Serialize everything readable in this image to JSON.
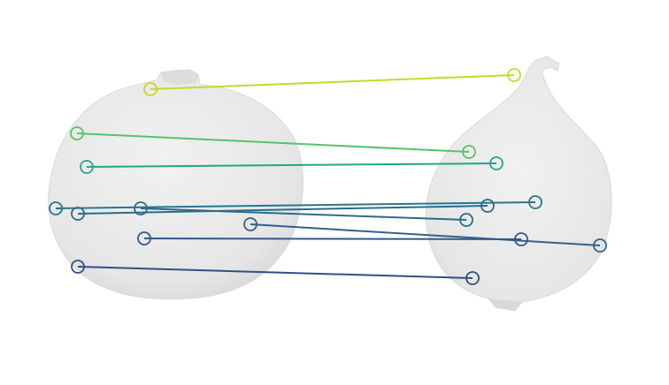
{
  "scene": {
    "background_color": "#ffffff",
    "object_fill": "#e9e9e9",
    "object_shadow": "#cfcfcf",
    "objects": [
      "left-mesh",
      "right-mesh"
    ]
  },
  "correspondences": [
    {
      "id": 1,
      "color": "#c6d92a"
    },
    {
      "id": 2,
      "color": "#54c46a"
    },
    {
      "id": 3,
      "color": "#25a58a"
    },
    {
      "id": 4,
      "color": "#28768f"
    },
    {
      "id": 5,
      "color": "#2a6c8c"
    },
    {
      "id": 6,
      "color": "#2d6a8e"
    },
    {
      "id": 7,
      "color": "#306289"
    },
    {
      "id": 8,
      "color": "#33588b"
    },
    {
      "id": 9,
      "color": "#2f4f86"
    },
    {
      "id": 10,
      "color": "#3b2d7e"
    }
  ]
}
